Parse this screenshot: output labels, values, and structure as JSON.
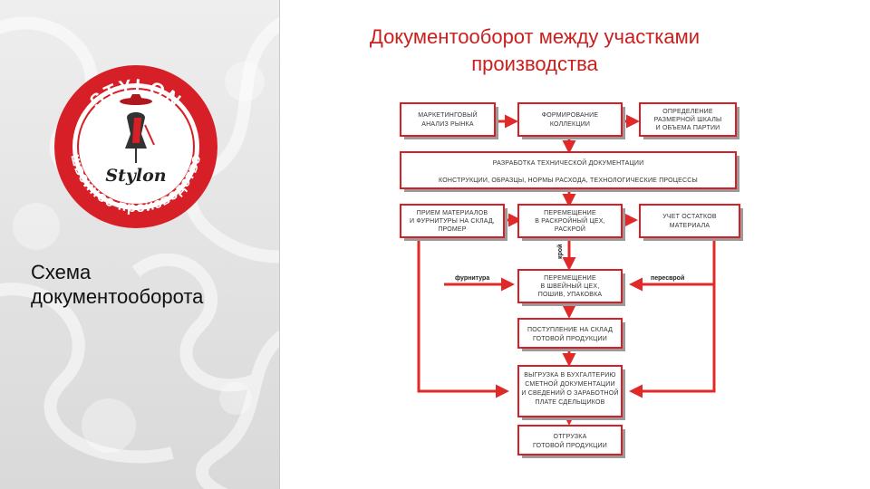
{
  "colors": {
    "accent": "#d61f26",
    "title": "#c8201f",
    "panel": "#e3e3e3"
  },
  "logo": {
    "brand_top": "STYLON",
    "brand_center": "Stylon",
    "ring_text": "швейное производство"
  },
  "caption": {
    "line1": "Схема",
    "line2": "документооборота"
  },
  "title": {
    "line1": "Документооборот между участками",
    "line2": "производства"
  },
  "diagram": {
    "boxes": {
      "marketing": [
        "МАРКЕТИНГОВЫЙ",
        "АНАЛИЗ РЫНКА"
      ],
      "collection": [
        "ФОРМИРОВАНИЕ",
        "КОЛЛЕКЦИИ"
      ],
      "sizes": [
        "ОПРЕДЕЛЕНИЕ",
        "РАЗМЕРНОЙ ШКАЛЫ",
        "И ОБЪЕМА ПАРТИИ"
      ],
      "tech_docs": [
        "РАЗРАБОТКА ТЕХНИЧЕСКОЙ ДОКУМЕНТАЦИИ",
        "КОНСТРУКЦИИ, ОБРАЗЦЫ, НОРМЫ РАСХОДА, ТЕХНОЛОГИЧЕСКИЕ ПРОЦЕССЫ"
      ],
      "receipt": [
        "ПРИЕМ МАТЕРИАЛОВ",
        "И ФУРНИТУРЫ НА СКЛАД,",
        "ПРОМЕР"
      ],
      "move_cut": [
        "ПЕРЕМЕЩЕНИЕ",
        "В РАСКРОЙНЫЙ ЦЕХ,",
        "РАСКРОЙ"
      ],
      "stock": [
        "УЧЕТ ОСТАТКОВ",
        "МАТЕРИАЛА"
      ],
      "move_sew": [
        "ПЕРЕМЕЩЕНИЕ",
        "В ШВЕЙНЫЙ ЦЕХ,",
        "ПОШИВ, УПАКОВКА"
      ],
      "finished": [
        "ПОСТУПЛЕНИЕ НА СКЛАД",
        "ГОТОВОЙ ПРОДУКЦИИ"
      ],
      "accounting": [
        "ВЫГРУЗКА В БУХГАЛТЕРИЮ",
        "СМЕТНОЙ ДОКУМЕНТАЦИИ",
        "И СВЕДЕНИЙ О ЗАРАБОТНОЙ",
        "ПЛАТЕ СДЕЛЬЩИКОВ"
      ],
      "shipment": [
        "ОТГРУЗКА",
        "ГОТОВОЙ ПРОДУКЦИИ"
      ]
    },
    "labels": {
      "fittings": "фурнитура",
      "scrap": "пересврой",
      "cut": "крой"
    }
  }
}
